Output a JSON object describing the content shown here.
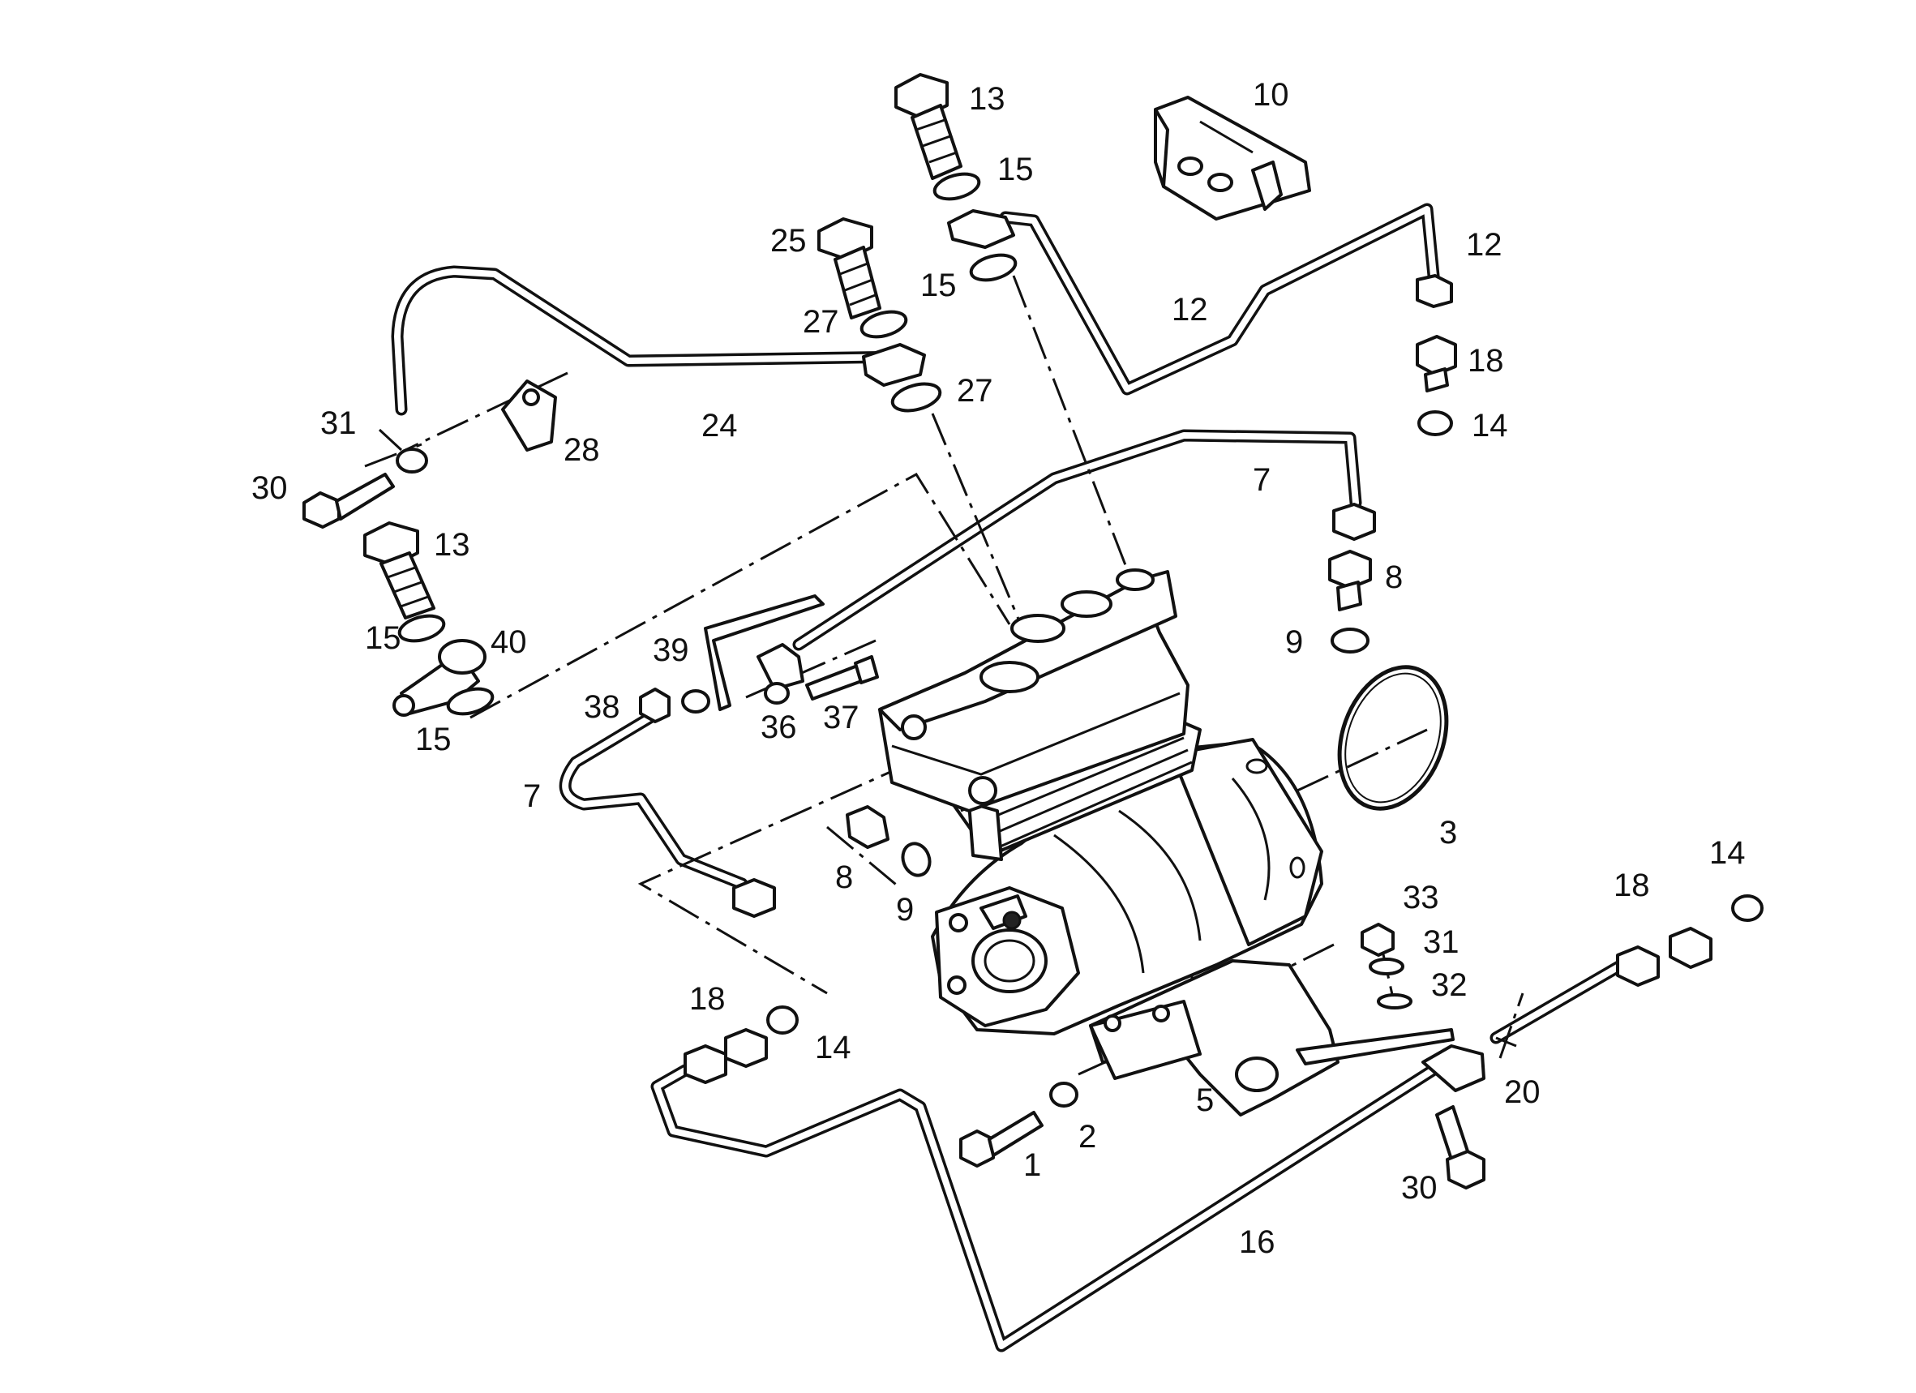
{
  "callouts": [
    {
      "id": "c13a",
      "label": "13"
    },
    {
      "id": "c10",
      "label": "10"
    },
    {
      "id": "c15a",
      "label": "15"
    },
    {
      "id": "c25",
      "label": "25"
    },
    {
      "id": "c15b",
      "label": "15"
    },
    {
      "id": "c12a",
      "label": "12"
    },
    {
      "id": "c12b",
      "label": "12"
    },
    {
      "id": "c27a",
      "label": "27"
    },
    {
      "id": "c18a",
      "label": "18"
    },
    {
      "id": "c27b",
      "label": "27"
    },
    {
      "id": "c31a",
      "label": "31"
    },
    {
      "id": "c24",
      "label": "24"
    },
    {
      "id": "c14a",
      "label": "14"
    },
    {
      "id": "c28",
      "label": "28"
    },
    {
      "id": "c30a",
      "label": "30"
    },
    {
      "id": "c7a",
      "label": "7"
    },
    {
      "id": "c13b",
      "label": "13"
    },
    {
      "id": "c8a",
      "label": "8"
    },
    {
      "id": "c15c",
      "label": "15"
    },
    {
      "id": "c40",
      "label": "40"
    },
    {
      "id": "c39",
      "label": "39"
    },
    {
      "id": "c9a",
      "label": "9"
    },
    {
      "id": "c38",
      "label": "38"
    },
    {
      "id": "c36",
      "label": "36"
    },
    {
      "id": "c37",
      "label": "37"
    },
    {
      "id": "c15d",
      "label": "15"
    },
    {
      "id": "c7b",
      "label": "7"
    },
    {
      "id": "c3",
      "label": "3"
    },
    {
      "id": "c14b",
      "label": "14"
    },
    {
      "id": "c8b",
      "label": "8"
    },
    {
      "id": "c18b",
      "label": "18"
    },
    {
      "id": "c33",
      "label": "33"
    },
    {
      "id": "c9b",
      "label": "9"
    },
    {
      "id": "c31b",
      "label": "31"
    },
    {
      "id": "c32",
      "label": "32"
    },
    {
      "id": "c18c",
      "label": "18"
    },
    {
      "id": "c14c",
      "label": "14"
    },
    {
      "id": "c20",
      "label": "20"
    },
    {
      "id": "c5",
      "label": "5"
    },
    {
      "id": "c2",
      "label": "2"
    },
    {
      "id": "c1",
      "label": "1"
    },
    {
      "id": "c30b",
      "label": "30"
    },
    {
      "id": "c16",
      "label": "16"
    }
  ]
}
